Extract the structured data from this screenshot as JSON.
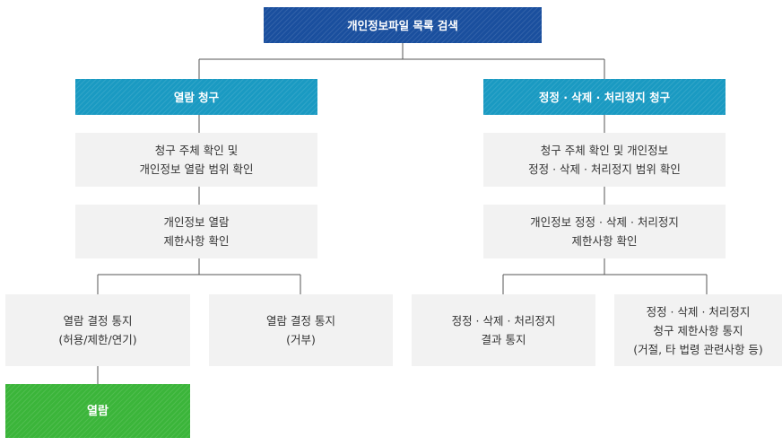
{
  "diagram": {
    "top": "개인정보파일 목록 검색",
    "left": {
      "header": "열람 청구",
      "step1": "청구 주체 확인 및\n개인정보 열람 범위 확인",
      "step2": "개인정보 열람\n제한사항 확인",
      "outcome_allow": "열람 결정 통지\n(허용/제한/연기)",
      "outcome_refuse": "열람 결정 통지\n(거부)",
      "final": "열람"
    },
    "right": {
      "header": "정정 · 삭제 · 처리정지 청구",
      "step1": "청구 주체 확인 및 개인정보\n정정 · 삭제 · 처리정지 범위 확인",
      "step2": "개인정보 정정 · 삭제 · 처리정지\n제한사항 확인",
      "outcome_result": "정정 · 삭제 · 처리정지\n결과 통지",
      "outcome_limit": "정정 · 삭제 · 처리정지\n청구 제한사항 통지\n(거절, 타 법령 관련사항 등)"
    }
  },
  "colors": {
    "top_box": "#1a4f9e",
    "header_box": "#1a9ac2",
    "step_box": "#f2f2f2",
    "final_box": "#3bb53a",
    "line": "#555555"
  }
}
